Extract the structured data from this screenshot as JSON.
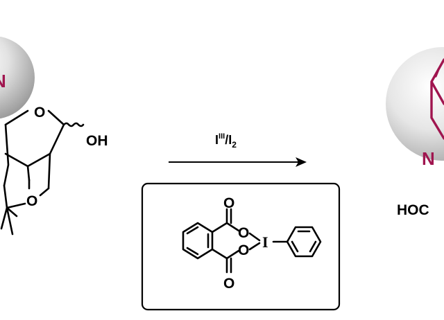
{
  "reaction_conditions": {
    "reagent_base": "I",
    "reagent_sup": "III",
    "reagent_sep": "/I",
    "reagent_sub": "2"
  },
  "starting_material": {
    "hydroxyl_label": "OH",
    "ring_oxygen_top": "O",
    "ring_oxygen_bottom": "O",
    "sphere_atom": "N"
  },
  "catalyst_box": {
    "carbonyl_top": "O",
    "ester_oxygen_top": "O",
    "ester_oxygen_bottom": "O",
    "carbonyl_bottom": "O",
    "iodine": "I"
  },
  "product": {
    "sphere_atom": "N",
    "side_label": "HOC"
  },
  "colors": {
    "highlight": "#a0154f",
    "sphere_light": "#ffffff",
    "sphere_dark": "#9a9a9a"
  }
}
